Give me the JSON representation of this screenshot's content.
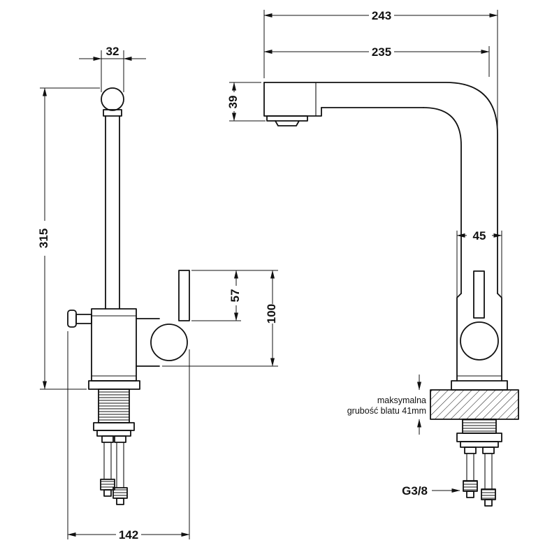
{
  "page": {
    "background": "#ffffff",
    "line_color": "#111111",
    "kind": "faucet-technical-drawing"
  },
  "dimensions": {
    "head_width": "32",
    "total_height": "315",
    "outlet_drop": "57",
    "outlet_height": "100",
    "base_span": "142",
    "overall_depth": "243",
    "spout_reach": "235",
    "spout_outlet_height": "39",
    "body_width": "45"
  },
  "labels": {
    "counter_note_line1": "maksymalna",
    "counter_note_line2": "grubość blatu 41mm",
    "thread_size": "G3/8"
  }
}
